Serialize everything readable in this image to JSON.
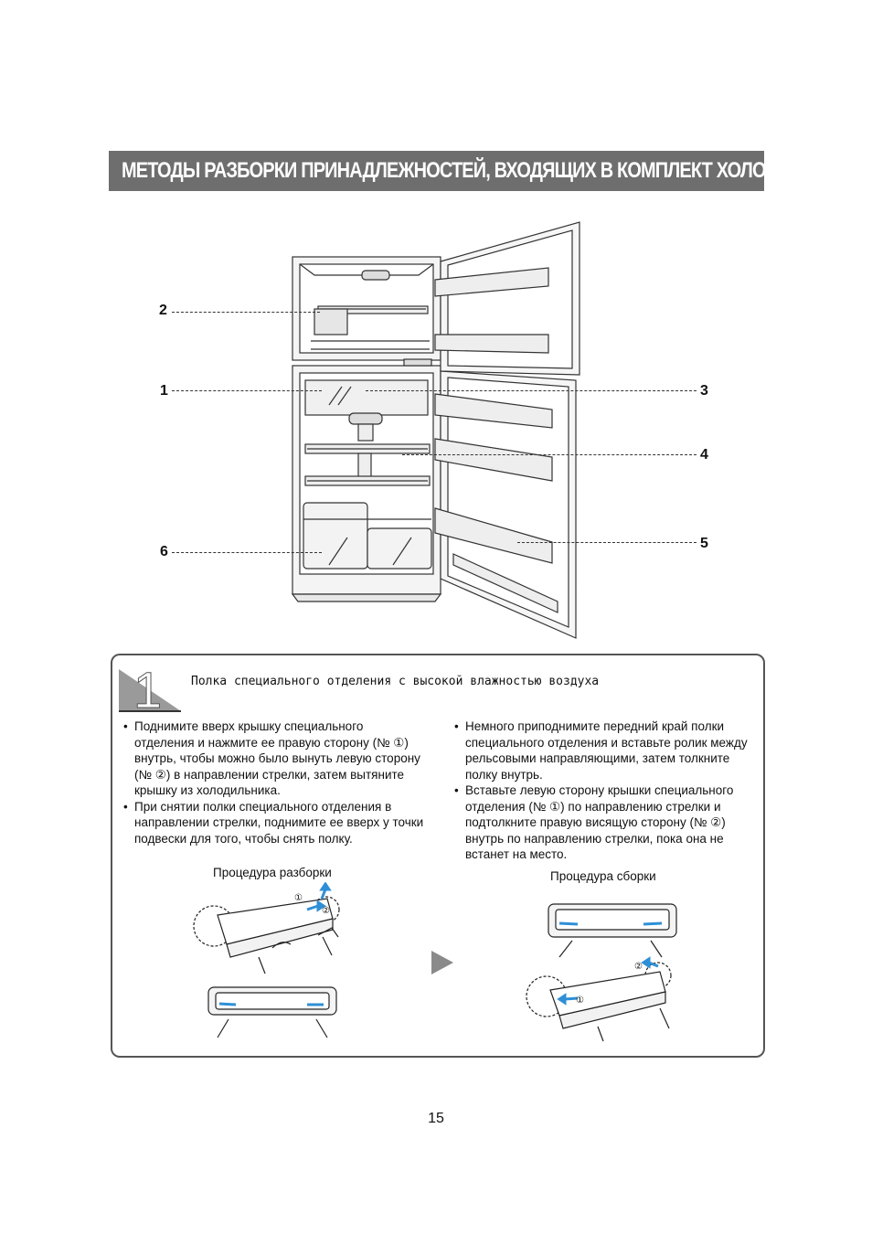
{
  "title": "МЕТОДЫ РАЗБОРКИ ПРИНАДЛЕЖНОСТЕЙ, ВХОДЯЩИХ В КОМПЛЕКТ ХОЛОДИЛЬНИКА",
  "callouts": {
    "c1": "1",
    "c2": "2",
    "c3": "3",
    "c4": "4",
    "c5": "5",
    "c6": "6"
  },
  "step": {
    "number": "1",
    "title": "Полка специального отделения с высокой влажностью воздуха",
    "left_bullets": [
      "Поднимите вверх крышку специального отделения и нажмите ее правую сторону (№ ①) внутрь, чтобы можно было вынуть левую сторону (№ ②) в направлении стрелки, затем вытяните крышку из холодильника.",
      "При снятии полки специального отделения в направлении стрелки, поднимите ее вверх у точки подвески для того, чтобы снять полку."
    ],
    "right_bullets": [
      "Немного приподнимите передний край полки специального отделения и вставьте ролик между рельсовыми направляющими, затем толкните полку внутрь.",
      "Вставьте левую сторону крышки специального отделения (№ ①) по направлению стрелки и подтолкните правую висящую сторону (№ ②) внутрь по направлению стрелки, пока она не встанет на место."
    ],
    "caption_disassembly": "Процедура разборки",
    "caption_assembly": "Процедура сборки",
    "mark_1": "①",
    "mark_2": "②"
  },
  "page_number": "15",
  "colors": {
    "title_bg": "#6e6e6e",
    "arrow_blue": "#2e8fd6",
    "play_gray": "#8a8a8a"
  }
}
